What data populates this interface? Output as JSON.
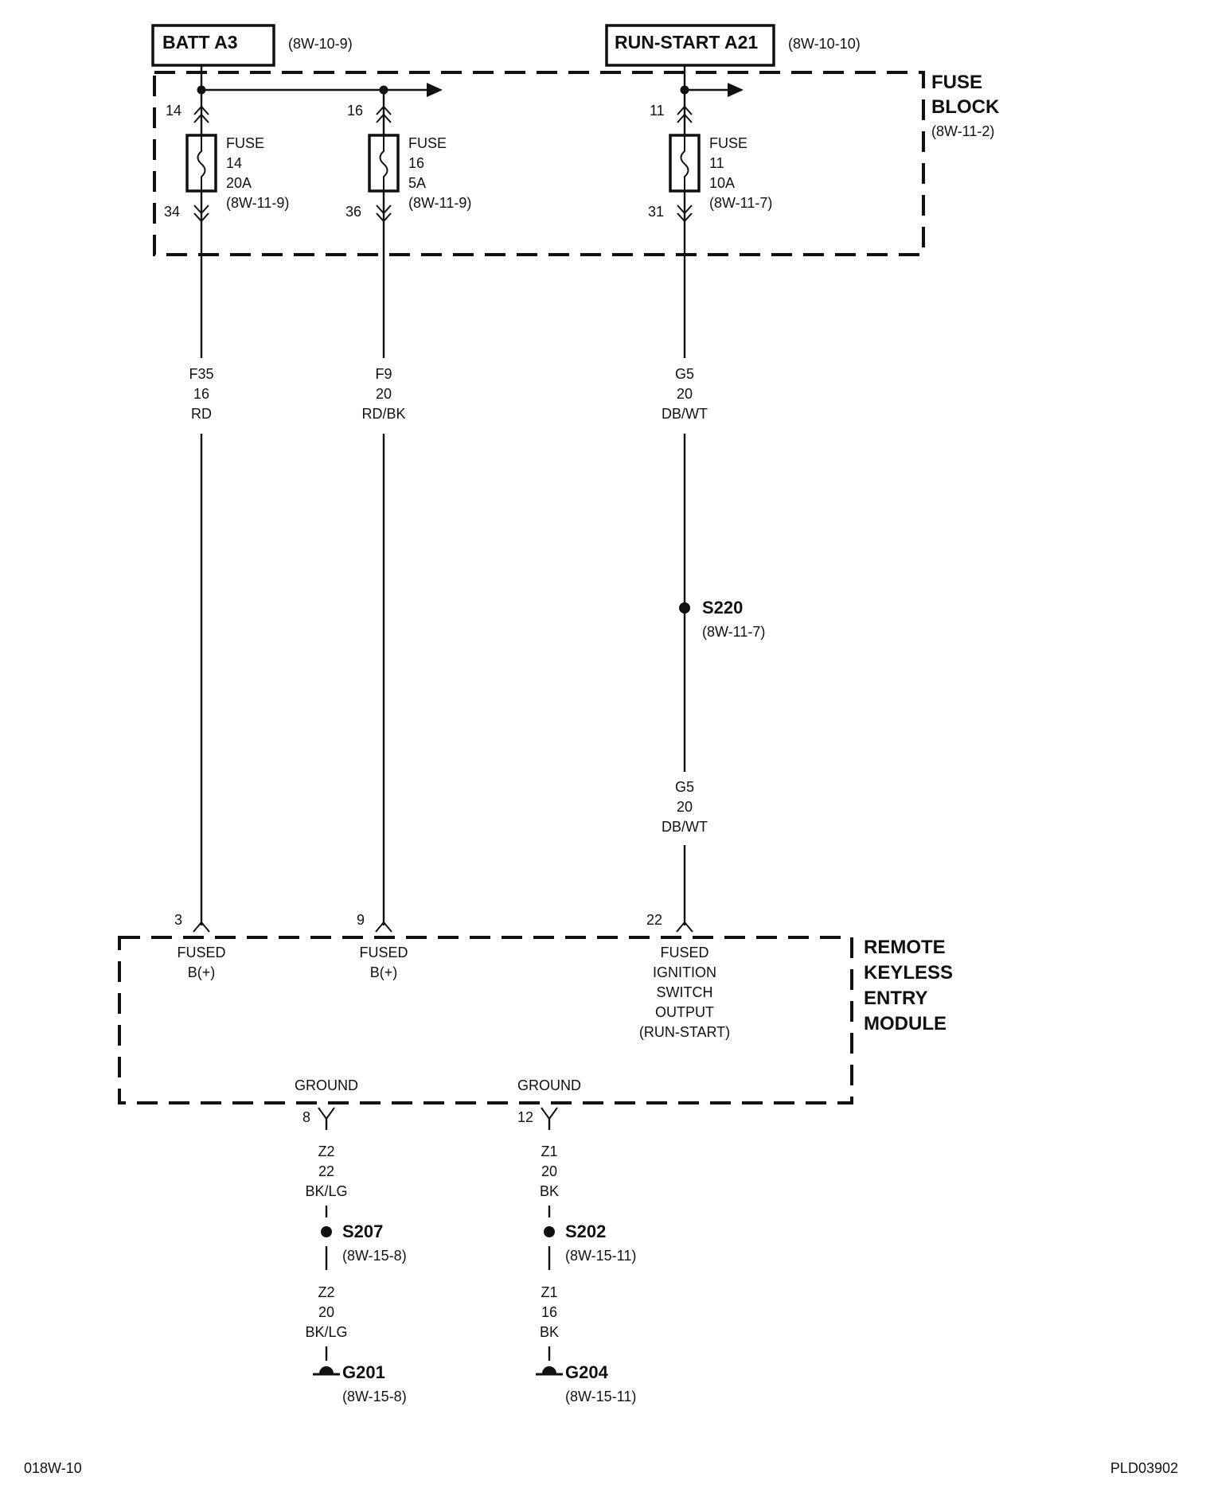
{
  "sources": {
    "batt": {
      "label": "BATT A3",
      "ref": "(8W-10-9)"
    },
    "run": {
      "label": "RUN-START A21",
      "ref": "(8W-10-10)"
    }
  },
  "fuse_block": {
    "line1": "FUSE",
    "line2": "BLOCK",
    "ref": "(8W-11-2)"
  },
  "fuses": [
    {
      "in_pin": "14",
      "out_pin": "34",
      "l1": "FUSE",
      "l2": "14",
      "l3": "20A",
      "ref": "(8W-11-9)"
    },
    {
      "in_pin": "16",
      "out_pin": "36",
      "l1": "FUSE",
      "l2": "16",
      "l3": "5A",
      "ref": "(8W-11-9)"
    },
    {
      "in_pin": "11",
      "out_pin": "31",
      "l1": "FUSE",
      "l2": "11",
      "l3": "10A",
      "ref": "(8W-11-7)"
    }
  ],
  "wires": {
    "w1": {
      "circuit": "F35",
      "gauge": "16",
      "color": "RD"
    },
    "w2": {
      "circuit": "F9",
      "gauge": "20",
      "color": "RD/BK"
    },
    "w3a": {
      "circuit": "G5",
      "gauge": "20",
      "color": "DB/WT"
    },
    "w3b": {
      "circuit": "G5",
      "gauge": "20",
      "color": "DB/WT"
    }
  },
  "splice_s220": {
    "name": "S220",
    "ref": "(8W-11-7)"
  },
  "module": {
    "name": [
      "REMOTE",
      "KEYLESS",
      "ENTRY",
      "MODULE"
    ],
    "pin_a": {
      "pin": "3",
      "l1": "FUSED",
      "l2": "B(+)"
    },
    "pin_b": {
      "pin": "9",
      "l1": "FUSED",
      "l2": "B(+)"
    },
    "pin_c": {
      "pin": "22",
      "lines": [
        "FUSED",
        "IGNITION",
        "SWITCH",
        "OUTPUT",
        "(RUN-START)"
      ]
    },
    "gnd_a": {
      "pin": "8",
      "label": "GROUND"
    },
    "gnd_b": {
      "pin": "12",
      "label": "GROUND"
    }
  },
  "ground_left": {
    "wire_top": {
      "circuit": "Z2",
      "gauge": "22",
      "color": "BK/LG"
    },
    "splice": {
      "name": "S207",
      "ref": "(8W-15-8)"
    },
    "wire_bottom": {
      "circuit": "Z2",
      "gauge": "20",
      "color": "BK/LG"
    },
    "ground": {
      "name": "G201",
      "ref": "(8W-15-8)"
    }
  },
  "ground_right": {
    "wire_top": {
      "circuit": "Z1",
      "gauge": "20",
      "color": "BK"
    },
    "splice": {
      "name": "S202",
      "ref": "(8W-15-11)"
    },
    "wire_bottom": {
      "circuit": "Z1",
      "gauge": "16",
      "color": "BK"
    },
    "ground": {
      "name": "G204",
      "ref": "(8W-15-11)"
    }
  },
  "footer": {
    "left": "018W-10",
    "right": "PLD03902"
  }
}
